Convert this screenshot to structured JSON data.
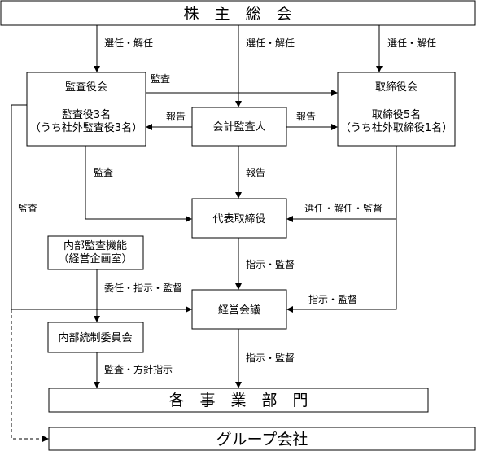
{
  "boxes": {
    "shareholders": "株　主　総　会",
    "audit_board": {
      "title": "監査役会",
      "line1": "監査役3名",
      "line2": "（うち社外監査役3名）"
    },
    "board_directors": {
      "title": "取締役会",
      "line1": "取締役5名",
      "line2": "（うち社外取締役1名）"
    },
    "accounting_auditor": "会計監査人",
    "representative_director": "代表取締役",
    "internal_audit": {
      "line1": "内部監査機能",
      "line2": "（経営企画室）"
    },
    "management_meeting": "経営会議",
    "internal_control_committee": "内部統制委員会",
    "departments": "各　事　業　部　門",
    "group_companies": "グループ会社"
  },
  "labels": {
    "elect_dismiss_left": "選任・解任",
    "elect_dismiss_center": "選任・解任",
    "elect_dismiss_right": "選任・解任",
    "audit_to_board": "監査",
    "report_left": "報告",
    "report_right": "報告",
    "audit_to_rep": "監査",
    "report_down": "報告",
    "elect_dismiss_supervise": "選任・解任・監督",
    "audit_far_left": "監査",
    "instruct_supervise_rep": "指示・監督",
    "delegate_instruct_supervise": "委任・指示・監督",
    "instruct_supervise_board": "指示・監督",
    "audit_policy_instruct": "監査・方針指示",
    "instruct_supervise_mgmt": "指示・監督"
  }
}
